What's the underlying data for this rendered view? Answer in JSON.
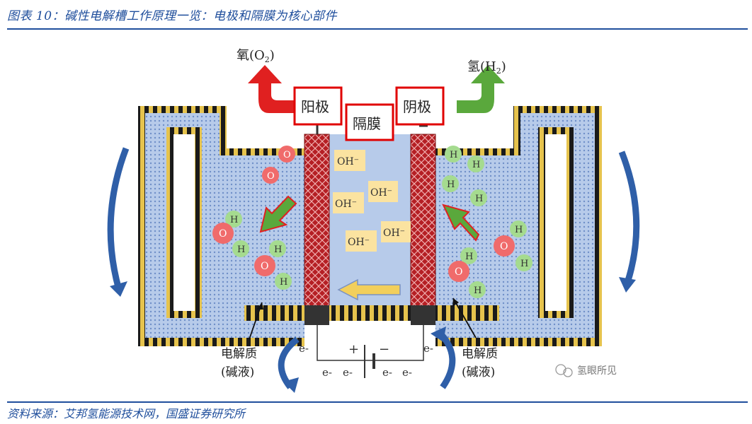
{
  "header": {
    "title": "图表 10：碱性电解槽工作原理一览：电极和隔膜为核心部件"
  },
  "footer": {
    "source": "资料来源：艾邦氢能源技术网，国盛证券研究所"
  },
  "diagram": {
    "labels": {
      "oxygen": "氧(O",
      "oxygen_sub": "2",
      "oxygen_close": ")",
      "hydrogen": "氢(H",
      "hydrogen_sub": "2",
      "hydrogen_close": ")",
      "anode": "阳极",
      "cathode": "阴极",
      "membrane": "隔膜",
      "electrolyte_left_1": "电解质",
      "electrolyte_left_2": "(碱液)",
      "electrolyte_right_1": "电解质",
      "electrolyte_right_2": "(碱液)",
      "plus": "+",
      "minus": "−",
      "watermark": "氢眼所见"
    },
    "ions": [
      "OH⁻",
      "OH⁻",
      "OH⁻",
      "OH⁻",
      "OH⁻"
    ],
    "atoms": {
      "O": "O",
      "H": "H"
    },
    "electrons": {
      "e_left_top": "e-",
      "e_right_top": "e-",
      "e_bottom_1": "e-",
      "e_bottom_2": "e-",
      "e_bottom_3": "e-",
      "e_bottom_4": "e-"
    },
    "colors": {
      "electrolyte": "#a9c1e6",
      "electrode": "#b51f24",
      "oxygen_atom": "#f06b6b",
      "hydrogen_atom": "#a5db8f",
      "oh_box": "#fbe3a0",
      "arrow_blue": "#2f5fa8",
      "arrow_red": "#e02020",
      "arrow_green": "#5aa83c",
      "frame": "#e2c24a",
      "label_border": "#e00000"
    }
  }
}
